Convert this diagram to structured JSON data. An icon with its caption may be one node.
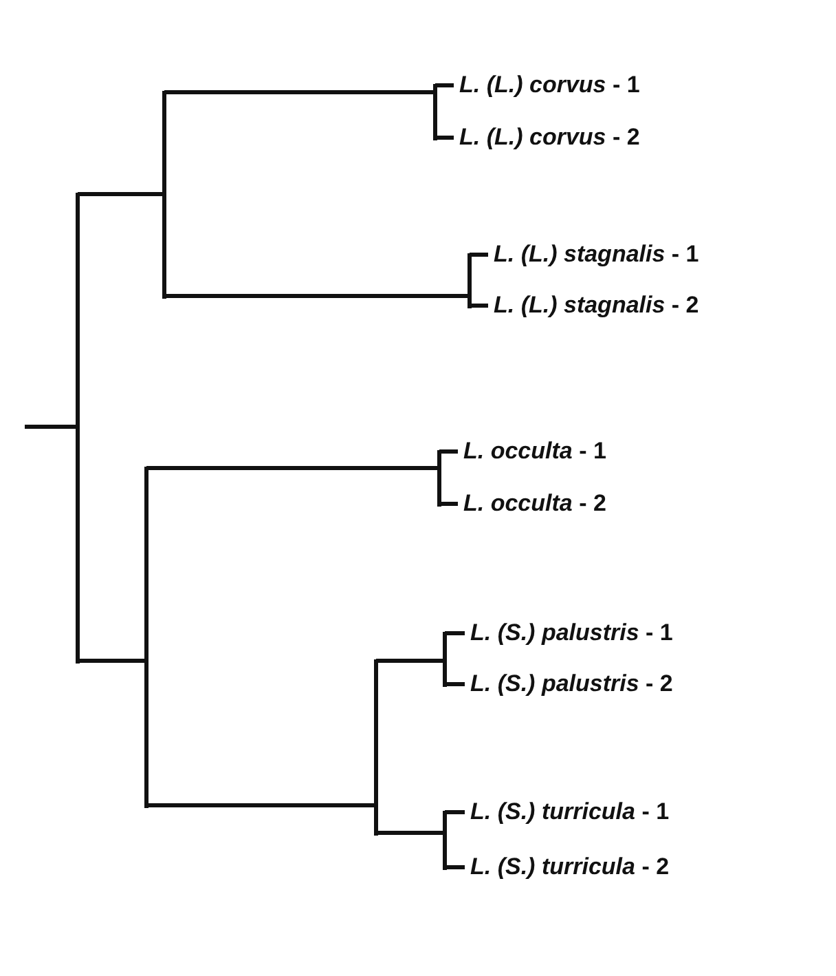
{
  "diagram": {
    "nodes": [
      {
        "text": [],
        "shape": "bar"
      },
      {
        "text": [],
        "shape": "bar"
      },
      {
        "text": [],
        "shape": "bar"
      },
      {
        "text": [
          "*L. (L.) corvus* - 1"
        ]
      },
      {
        "text": [
          "*L. (L.) corvus* - 2"
        ]
      },
      {
        "text": [],
        "shape": "bar"
      },
      {
        "text": [
          "*L. (L.) stagnalis* - 1"
        ]
      },
      {
        "text": [
          "*L. (L.) stagnalis* - 2"
        ]
      },
      {
        "text": [],
        "shape": "bar"
      },
      {
        "text": [],
        "shape": "bar"
      },
      {
        "text": [
          "*L. occulta* - 1"
        ]
      },
      {
        "text": [
          "*L. occulta* - 2"
        ]
      },
      {
        "text": [],
        "shape": "bar"
      },
      {
        "text": [],
        "shape": "bar"
      },
      {
        "text": [
          "*L. (S.) palustris* - 1"
        ]
      },
      {
        "text": [
          "*L. (S.) palustris* - 2"
        ]
      },
      {
        "text": [],
        "shape": "bar"
      },
      {
        "text": [
          "*L. (S.) turricula* - 1"
        ]
      },
      {
        "text": [
          "*L. (S.) turricula* - 2"
        ]
      }
    ],
    "edges": [
      {
        "from": null,
        "to": 0,
        "arrow": "none"
      },
      {
        "from": 0,
        "to": 1,
        "arrow": "none"
      },
      {
        "from": 1,
        "to": 2,
        "arrow": "none"
      },
      {
        "from": 2,
        "to": 3,
        "arrow": "none"
      },
      {
        "from": 2,
        "to": 4,
        "arrow": "none"
      },
      {
        "from": 1,
        "to": 5,
        "arrow": "none"
      },
      {
        "from": 5,
        "to": 6,
        "arrow": "none"
      },
      {
        "from": 5,
        "to": 7,
        "arrow": "none"
      },
      {
        "from": 0,
        "to": 8,
        "arrow": "none"
      },
      {
        "from": 8,
        "to": 9,
        "arrow": "none"
      },
      {
        "from": 9,
        "to": 10,
        "arrow": "none"
      },
      {
        "from": 9,
        "to": 11,
        "arrow": "none"
      },
      {
        "from": 8,
        "to": 12,
        "arrow": "none"
      },
      {
        "from": 12,
        "to": 13,
        "arrow": "none"
      },
      {
        "from": 13,
        "to": 14,
        "arrow": "none"
      },
      {
        "from": 13,
        "to": 15,
        "arrow": "none"
      },
      {
        "from": 12,
        "to": 16,
        "arrow": "none"
      },
      {
        "from": 16,
        "to": 17,
        "arrow": "none"
      },
      {
        "from": 16,
        "to": 18,
        "arrow": "none"
      }
    ]
  }
}
